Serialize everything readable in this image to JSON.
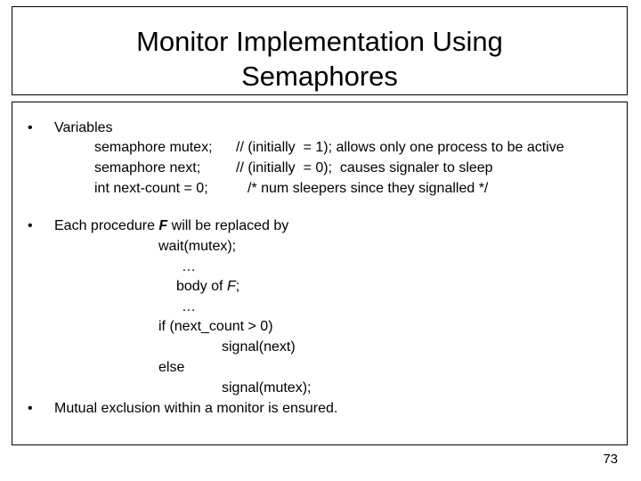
{
  "slide": {
    "title_line1": "Monitor Implementation Using",
    "title_line2": "Semaphores",
    "bullet_glyph": "•",
    "variables": {
      "heading": "Variables",
      "line1_decl": "semaphore mutex;",
      "line1_comment": "// (initially  = 1); allows only one process to be active",
      "line2_decl": "semaphore next;",
      "line2_comment": "// (initially  = 0);  causes signaler to sleep",
      "line3_decl": "int next-count = 0;",
      "line3_comment": "/* num sleepers since they signalled */"
    },
    "procedure": {
      "heading_prefix": "Each procedure ",
      "heading_var": "F",
      "heading_suffix": " will be replaced by",
      "wait": "wait(mutex);",
      "ellipsis1": "…",
      "body_prefix": "body of ",
      "body_var": "F",
      "body_suffix": ";",
      "ellipsis2": "…",
      "if_line": "if (next_count > 0)",
      "signal_next": "signal(next)",
      "else_line": "else",
      "signal_mutex": "signal(mutex);"
    },
    "mutual_exclusion": "Mutual exclusion within a monitor is ensured.",
    "page_number": "73"
  }
}
